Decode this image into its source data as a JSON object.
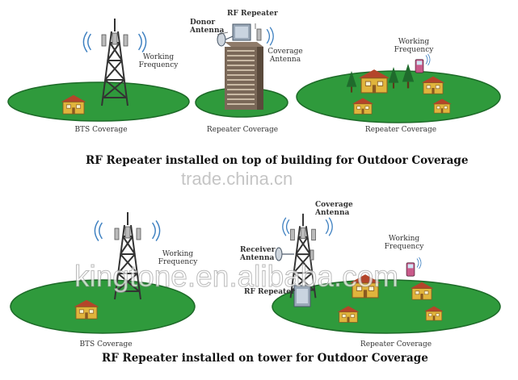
{
  "top": {
    "bts_label": "BTS  Coverage",
    "working_frequency_1": "Working\nFrequency",
    "rf_repeater_title": "RF Repeater",
    "donor_antenna": "Donor\nAntenna",
    "coverage_antenna": "Coverage\nAntenna",
    "repeater_coverage_1": "Repeater  Coverage",
    "working_frequency_2": "Working\nFrequency",
    "repeater_coverage_2": "Repeater  Coverage",
    "caption": "RF Repeater installed on top of building for Outdoor Coverage"
  },
  "bottom": {
    "working_frequency_1": "Working\nFrequency",
    "bts_label": "BTS  Coverage",
    "coverage_antenna": "Coverage\nAntenna",
    "receiver_antenna": "Receiver\nAntenna",
    "rf_repeater": "RF Repeater",
    "working_frequency_2": "Working\nFrequency",
    "repeater_coverage": "Repeater Coverage",
    "caption": "RF Repeater installed on tower for Outdoor Coverage"
  },
  "watermarks": {
    "trade": "trade.china.cn",
    "kingtone": "kingtone.en.alibaba.com"
  },
  "colors": {
    "ground_green": "#2f9a3c",
    "tower_dark": "#333333",
    "signal_blue": "#3c7fc0",
    "house_yellow": "#e0b43c"
  }
}
